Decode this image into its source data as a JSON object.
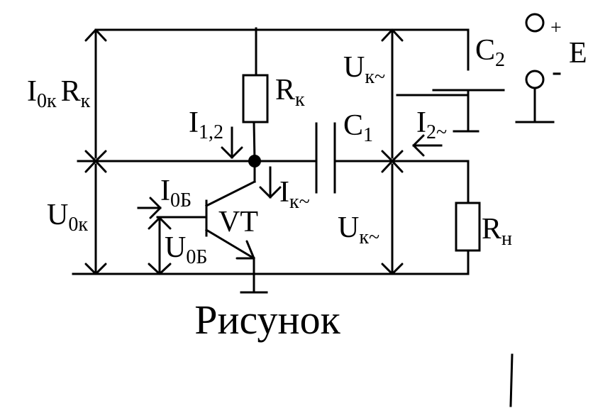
{
  "caption": "Рисунок",
  "labels": {
    "i0k": {
      "main": "I",
      "sub": "0к",
      "tail": "R",
      "tail_sub": "к"
    },
    "rk": {
      "main": "R",
      "sub": "к"
    },
    "i12": {
      "main": "I",
      "sub": "1,2"
    },
    "c1": {
      "main": "C",
      "sub": "1"
    },
    "c2": {
      "main": "C",
      "sub": "2"
    },
    "i2": {
      "main": "I",
      "sub": "2~"
    },
    "uk_top": {
      "main": "U",
      "sub": "к~"
    },
    "uk_bottom": {
      "main": "U",
      "sub": "к~"
    },
    "ik": {
      "main": "I",
      "sub": "к~"
    },
    "i0b": {
      "main": "I",
      "sub": "0Б"
    },
    "u0b": {
      "main": "U",
      "sub": "0Б"
    },
    "u0k": {
      "main": "U",
      "sub": "0к"
    },
    "vt": "VT",
    "rn": {
      "main": "R",
      "sub": "н"
    },
    "e": "E",
    "plus": "+",
    "minus": "-"
  }
}
